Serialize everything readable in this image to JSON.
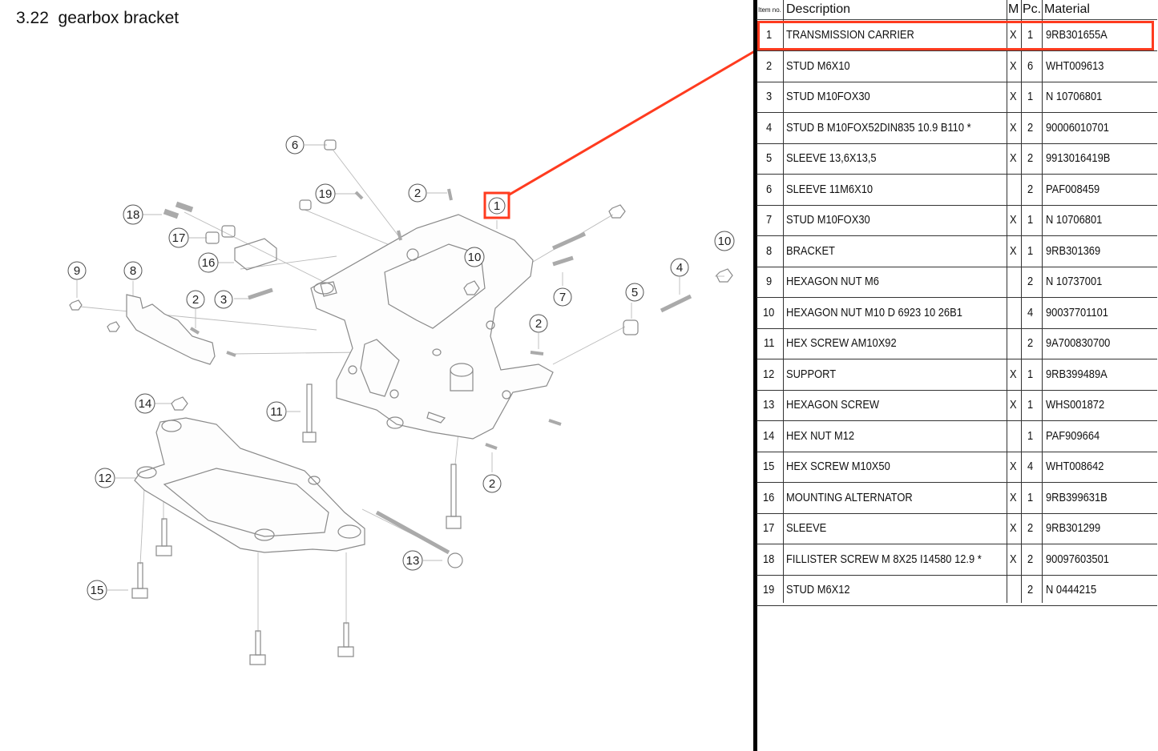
{
  "page": {
    "title": "3.22  gearbox bracket"
  },
  "table": {
    "headers": {
      "item_no": "Item no.",
      "description": "Description",
      "m": "M",
      "pc": "Pc.",
      "material": "Material"
    },
    "rows": [
      {
        "no": "1",
        "desc": "TRANSMISSION CARRIER",
        "m": "X",
        "pc": "1",
        "mat": "9RB301655A"
      },
      {
        "no": "2",
        "desc": "STUD M6X10",
        "m": "X",
        "pc": "6",
        "mat": "WHT009613"
      },
      {
        "no": "3",
        "desc": "STUD M10FOX30",
        "m": "X",
        "pc": "1",
        "mat": "N 10706801"
      },
      {
        "no": "4",
        "desc": "STUD B M10FOX52DIN835 10.9 B110 *",
        "m": "X",
        "pc": "2",
        "mat": "90006010701"
      },
      {
        "no": "5",
        "desc": "SLEEVE 13,6X13,5",
        "m": "X",
        "pc": "2",
        "mat": "9913016419B"
      },
      {
        "no": "6",
        "desc": "SLEEVE 11M6X10",
        "m": "",
        "pc": "2",
        "mat": "PAF008459"
      },
      {
        "no": "7",
        "desc": "STUD M10FOX30",
        "m": "X",
        "pc": "1",
        "mat": "N 10706801"
      },
      {
        "no": "8",
        "desc": "BRACKET",
        "m": "X",
        "pc": "1",
        "mat": "9RB301369"
      },
      {
        "no": "9",
        "desc": "HEXAGON NUT M6",
        "m": "",
        "pc": "2",
        "mat": "N 10737001"
      },
      {
        "no": "10",
        "desc": "HEXAGON NUT M10 D 6923 10 26B1",
        "m": "",
        "pc": "4",
        "mat": "90037701101"
      },
      {
        "no": "11",
        "desc": "HEX SCREW AM10X92",
        "m": "",
        "pc": "2",
        "mat": "9A700830700"
      },
      {
        "no": "12",
        "desc": "SUPPORT",
        "m": "X",
        "pc": "1",
        "mat": "9RB399489A"
      },
      {
        "no": "13",
        "desc": "HEXAGON SCREW",
        "m": "X",
        "pc": "1",
        "mat": "WHS001872"
      },
      {
        "no": "14",
        "desc": "HEX NUT M12",
        "m": "",
        "pc": "1",
        "mat": "PAF909664"
      },
      {
        "no": "15",
        "desc": "HEX SCREW M10X50",
        "m": "X",
        "pc": "4",
        "mat": "WHT008642"
      },
      {
        "no": "16",
        "desc": "MOUNTING ALTERNATOR",
        "m": "X",
        "pc": "1",
        "mat": "9RB399631B"
      },
      {
        "no": "17",
        "desc": "SLEEVE",
        "m": "X",
        "pc": "2",
        "mat": "9RB301299"
      },
      {
        "no": "18",
        "desc": "FILLISTER SCREW M 8X25 I14580 12.9 *",
        "m": "X",
        "pc": "2",
        "mat": "90097603501"
      },
      {
        "no": "19",
        "desc": "STUD M6X12",
        "m": "",
        "pc": "2",
        "mat": "N 0444215"
      }
    ]
  },
  "callouts": [
    "1",
    "2",
    "2",
    "2",
    "2",
    "3",
    "4",
    "5",
    "6",
    "7",
    "8",
    "9",
    "10",
    "10",
    "11",
    "12",
    "13",
    "14",
    "15",
    "16",
    "17",
    "18",
    "19"
  ],
  "colors": {
    "highlight": "#ff3b1f"
  }
}
